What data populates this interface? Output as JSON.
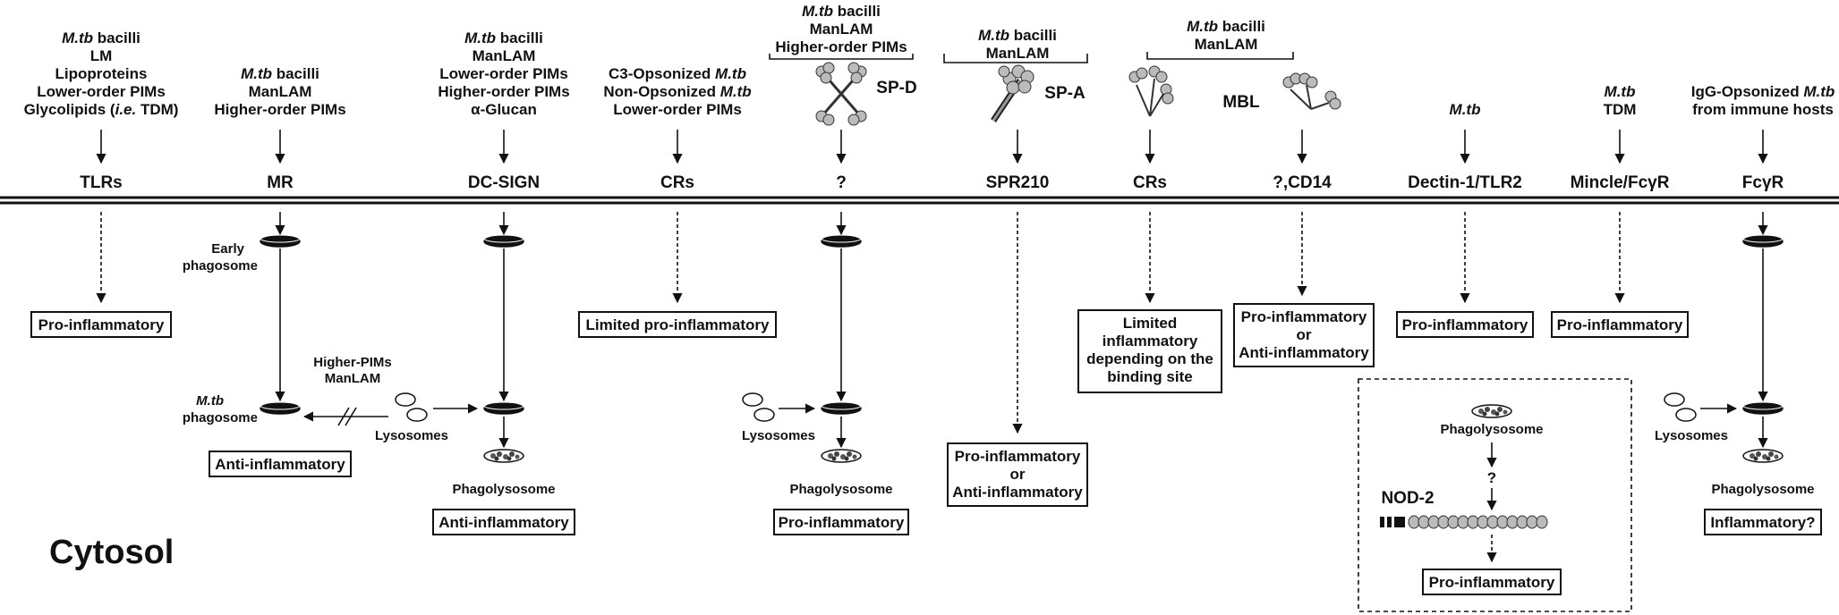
{
  "receptors": {
    "tlrs": "TLRs",
    "mr": "MR",
    "dcsign": "DC-SIGN",
    "crs1": "CRs",
    "unknown_spd": "?",
    "spr210": "SPR210",
    "crs2": "CRs",
    "unknown_cd14": "?,CD14",
    "dectin": "Dectin-1/TLR2",
    "mincle": "Mincle/FcγR",
    "fcgr": "FcγR"
  },
  "ligands": {
    "tlrs": {
      "l1_it": "M.tb",
      "l1": " bacilli",
      "l2": "LM",
      "l3": "Lipoproteins",
      "l4": "Lower-order PIMs",
      "l5a": "Glycolipids (",
      "l5_it": "i.e.",
      "l5b": " TDM)"
    },
    "mr": {
      "l1_it": "M.tb",
      "l1": " bacilli",
      "l2": "ManLAM",
      "l3": "Higher-order PIMs"
    },
    "dcsign": {
      "l1_it": "M.tb",
      "l1": " bacilli",
      "l2": "ManLAM",
      "l3": "Lower-order PIMs",
      "l4": "Higher-order PIMs",
      "l5": "α-Glucan"
    },
    "crs1": {
      "l1": "C3-Opsonized ",
      "l1_it": "M.tb",
      "l2": "Non-Opsonized ",
      "l2_it": "M.tb",
      "l3": "Lower-order PIMs"
    },
    "spd": {
      "l1_it": "M.tb",
      "l1": " bacilli",
      "l2": "ManLAM",
      "l3": "Higher-order PIMs",
      "collectin": "SP-D"
    },
    "spa": {
      "l1_it": "M.tb",
      "l1": " bacilli",
      "l2": "ManLAM",
      "collectin": "SP-A"
    },
    "mbl": {
      "l1_it": "M.tb",
      "l1": " bacilli",
      "l2": "ManLAM",
      "collectin": "MBL"
    },
    "dectin": {
      "l1_it": "M.tb"
    },
    "mincle": {
      "l1_it": "M.tb",
      "l2": "TDM"
    },
    "fcgr": {
      "l1": "IgG-Opsonized ",
      "l1_it": "M.tb",
      "l2": "from immune hosts"
    }
  },
  "labels": {
    "early_phagosome_1": "Early",
    "early_phagosome_2": "phagosome",
    "mtb_phagosome_it": "M.tb",
    "mtb_phagosome_2": "phagosome",
    "higher_pims": "Higher-PIMs",
    "manlam": "ManLAM",
    "lysosomes": "Lysosomes",
    "phagolysosome": "Phagolysosome",
    "nod2": "NOD-2",
    "question": "?",
    "cytosol": "Cytosol"
  },
  "outcomes": {
    "tlrs": "Pro-inflammatory",
    "mr": "Anti-inflammatory",
    "dcsign": "Anti-inflammatory",
    "crs1": "Limited pro-inflammatory",
    "spd": "Pro-inflammatory",
    "spr210": [
      "Pro-inflammatory",
      "or",
      "Anti-inflammatory"
    ],
    "crs2": [
      "Limited",
      "inflammatory",
      "depending on the",
      "binding site"
    ],
    "cd14": [
      "Pro-inflammatory",
      "or",
      "Anti-inflammatory"
    ],
    "dectin": "Pro-inflammatory",
    "mincle": "Pro-inflammatory",
    "nod2": "Pro-inflammatory",
    "fcgr": "Inflammatory?"
  },
  "colors": {
    "ink": "#111111",
    "background": "#ffffff"
  }
}
